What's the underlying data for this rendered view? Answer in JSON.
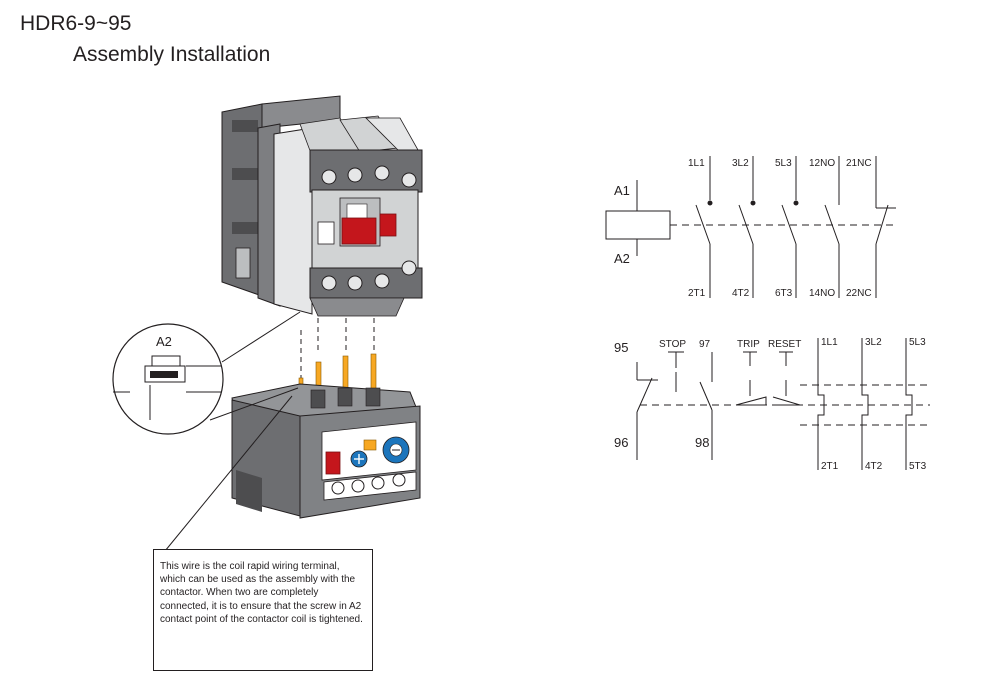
{
  "title": "HDR6-9~95",
  "subtitle": "Assembly Installation",
  "callout_label": "A2",
  "note": "This wire is the coil rapid wiring terminal, which can be used as the assembly with the contactor. When two are completely connected, it is to ensure that the screw in A2 contact point of the contactor coil is tightened.",
  "contactor_diagram": {
    "coil_top": "A1",
    "coil_bottom": "A2",
    "top_terminals": [
      "1L1",
      "3L2",
      "5L3",
      "12NO",
      "21NC"
    ],
    "bottom_terminals": [
      "2T1",
      "4T2",
      "6T3",
      "14NO",
      "22NC"
    ]
  },
  "relay_diagram": {
    "left_top": "95",
    "left_bottom": "96",
    "stop_label": "STOP",
    "no_top": "97",
    "no_bottom": "98",
    "trip_label": "TRIP",
    "reset_label": "RESET",
    "top_terminals": [
      "1L1",
      "3L2",
      "5L3"
    ],
    "bottom_terminals": [
      "2T1",
      "4T2",
      "5T3"
    ]
  },
  "colors": {
    "housing_dark": "#6d6e71",
    "housing_mid": "#939598",
    "housing_light": "#e6e7e8",
    "accent_red": "#c4161c",
    "terminal_orange": "#f7a823",
    "knob_blue": "#1c75bc"
  }
}
